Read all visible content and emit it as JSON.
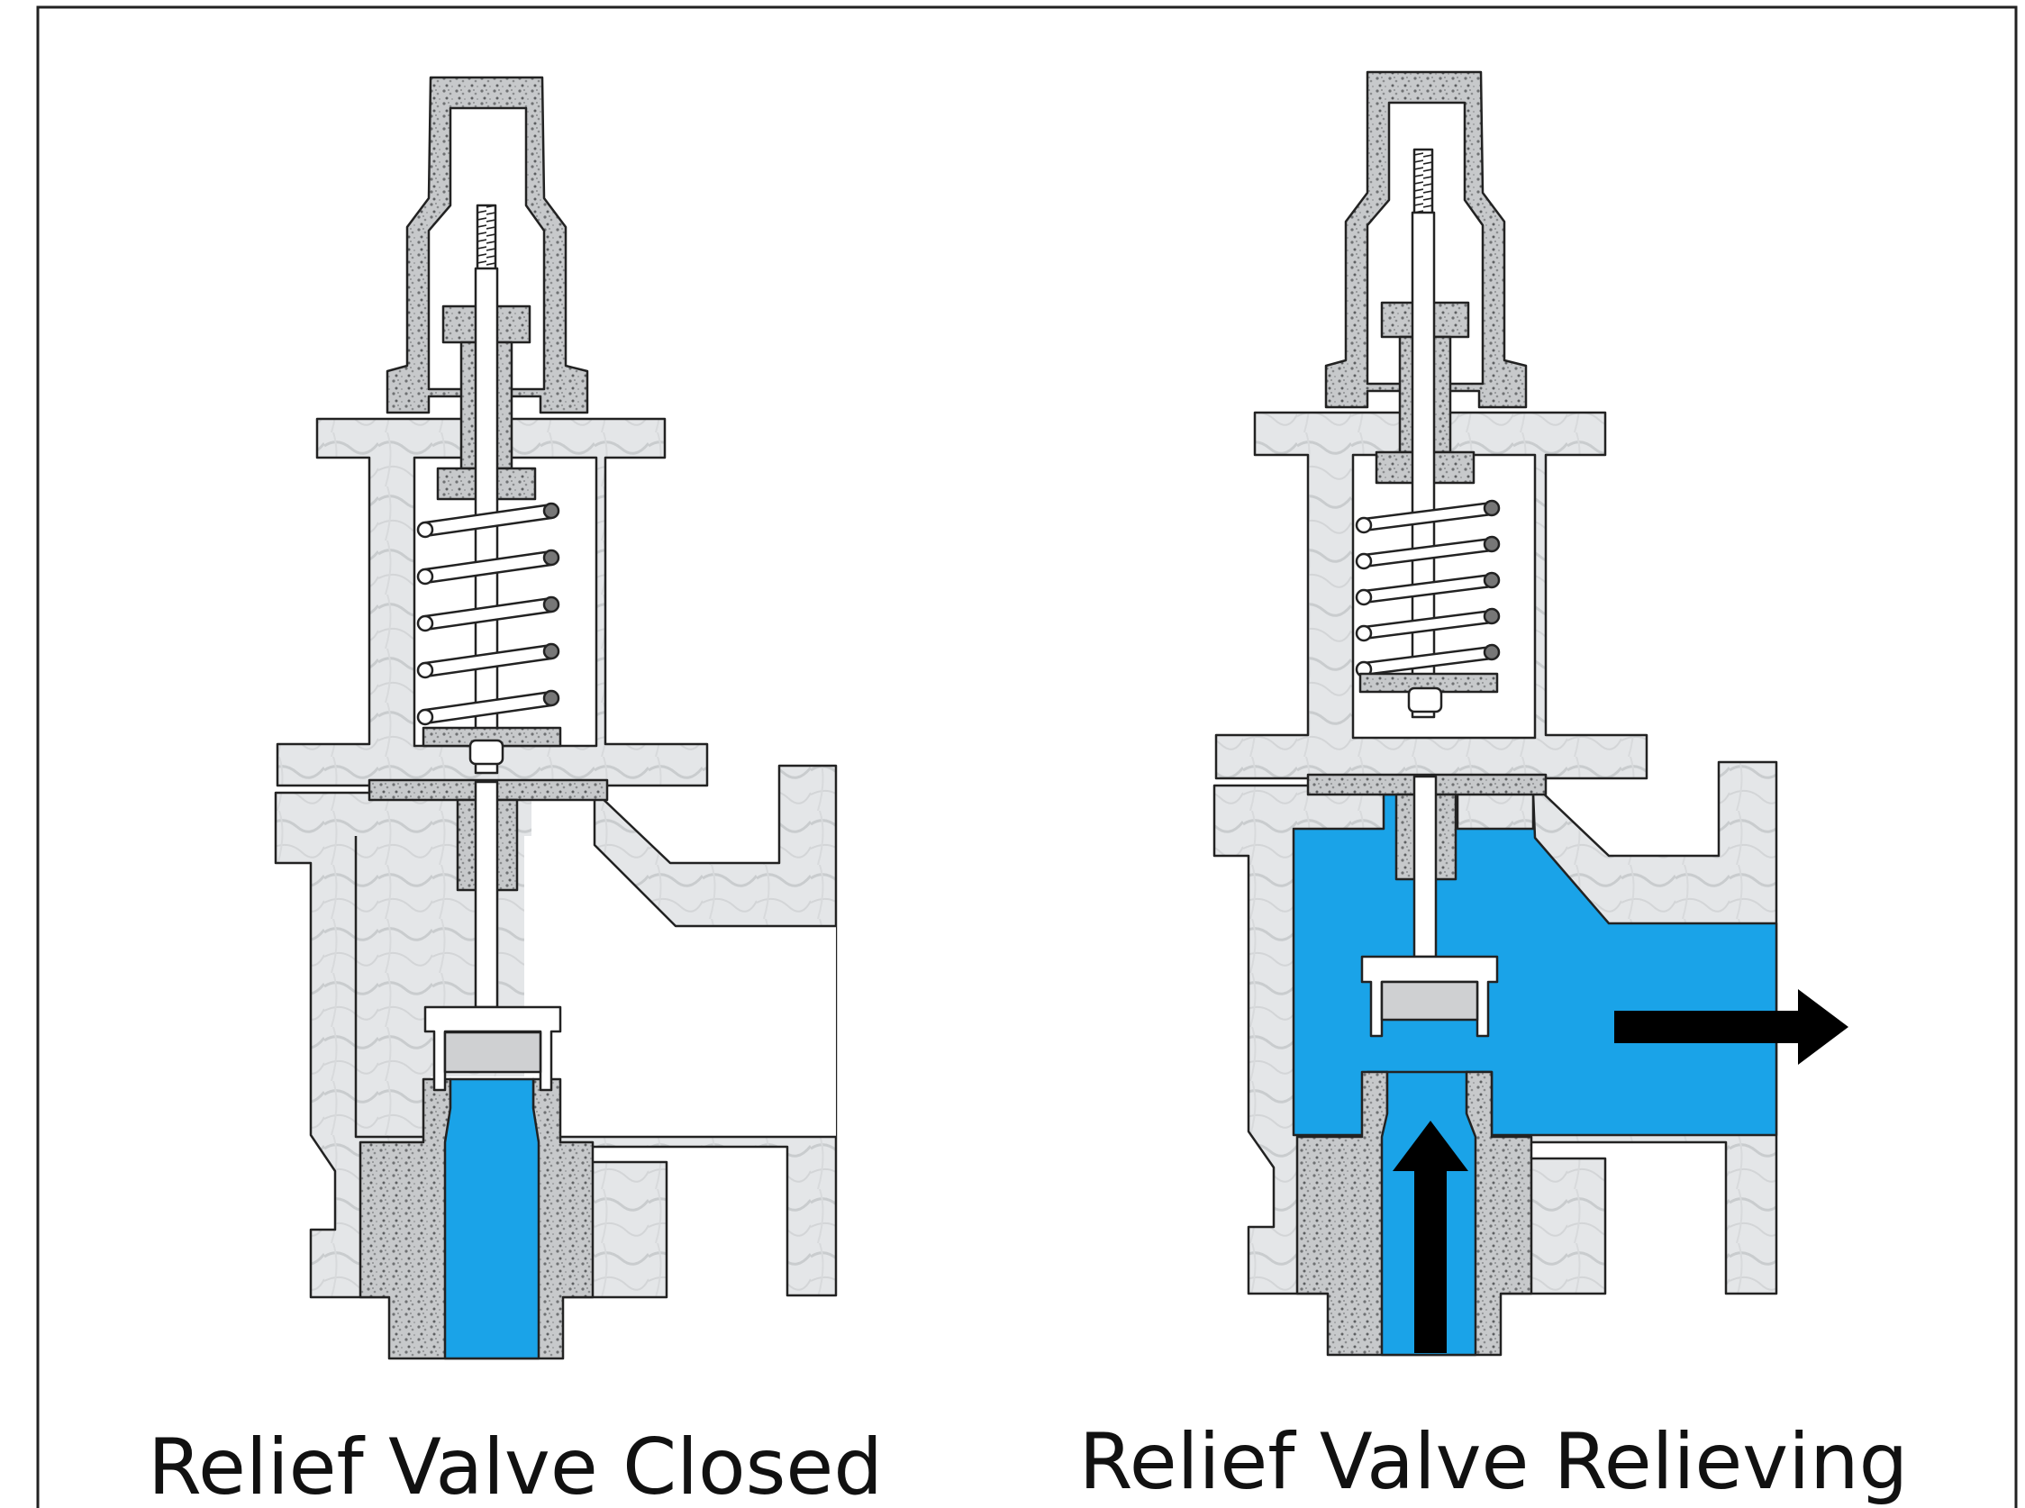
{
  "figure": {
    "panels": [
      {
        "id": "closed",
        "caption": "Relief Valve Closed"
      },
      {
        "id": "relieving",
        "caption": "Relief Valve Relieving"
      }
    ]
  },
  "colors": {
    "fluid": "#1aa3e8",
    "marble": "#e3e5e7",
    "granite": "#b9bbbd",
    "outline": "#222222",
    "seat_disc": "#cfd0d2",
    "arrow": "#000000"
  }
}
